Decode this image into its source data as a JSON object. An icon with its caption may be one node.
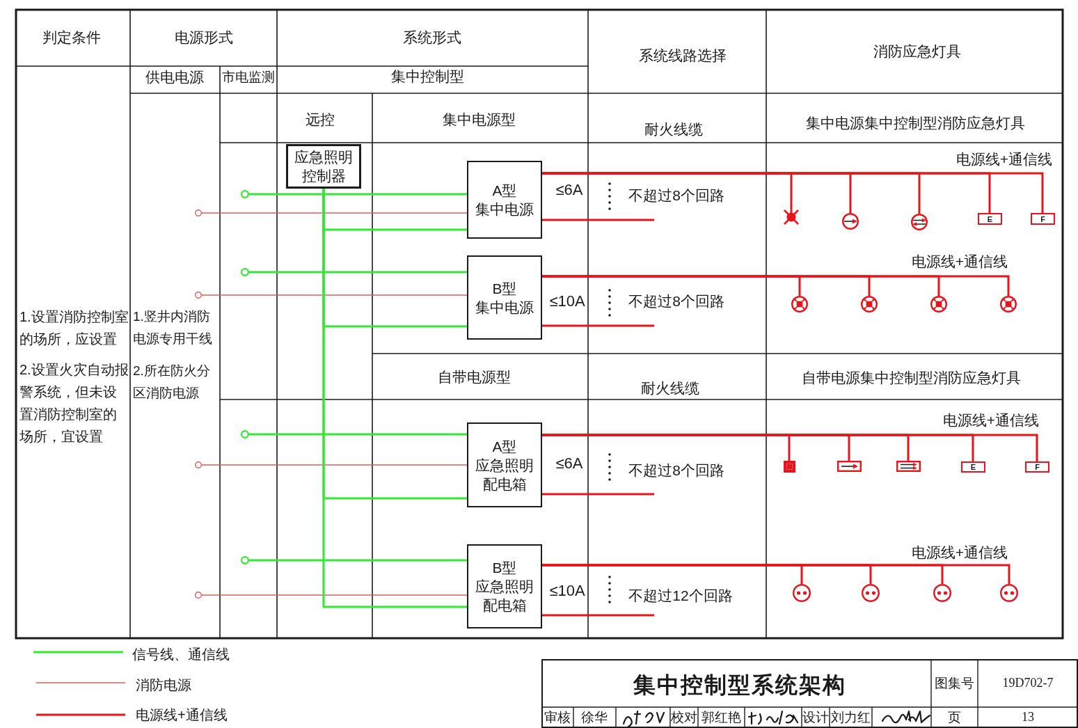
{
  "diagram": {
    "title": "集中控制型系统架构",
    "nodes": [
      {
        "text": [
          "应急照明控制器"
        ]
      },
      {
        "text": [],
        "shape": "circle"
      },
      {
        "text": [],
        "shape": "circle"
      },
      {
        "text": [
          "A型",
          "集中电源"
        ]
      },
      {
        "text": [],
        "shape": "picture"
      },
      {
        "text": [],
        "shape": "circle"
      },
      {
        "text": [],
        "shape": "circle"
      },
      {
        "text": [
          "E"
        ]
      },
      {
        "text": [
          "F"
        ]
      },
      {
        "text": [],
        "shape": "circle"
      },
      {
        "text": [],
        "shape": "circle"
      },
      {
        "text": [
          "B型",
          "集中电源"
        ]
      },
      {
        "text": [],
        "shape": "circle"
      },
      {
        "text": [],
        "shape": "circle"
      },
      {
        "text": [],
        "shape": "circle"
      },
      {
        "text": [],
        "shape": "circle"
      },
      {
        "text": [],
        "shape": "circle"
      },
      {
        "text": [],
        "shape": "circle"
      },
      {
        "text": [
          "A型",
          "应急照明配电箱"
        ]
      },
      {
        "text": [],
        "shape": "box"
      },
      {
        "text": [],
        "shape": "box"
      },
      {
        "text": [],
        "shape": "box"
      },
      {
        "text": [
          "E"
        ]
      },
      {
        "text": [
          "F"
        ]
      },
      {
        "text": [],
        "shape": "circle"
      },
      {
        "text": [],
        "shape": "circle"
      },
      {
        "text": [
          "B型",
          "应急照明配电箱"
        ]
      },
      {
        "text": [],
        "shape": "circle"
      },
      {
        "text": [],
        "shape": "circle"
      },
      {
        "text": [],
        "shape": "circle"
      },
      {
        "text": [],
        "shape": "circle"
      }
    ],
    "edges": [
      {
        "from": 1,
        "to": 3,
        "arrow": "none",
        "color": "#33e633"
      },
      {
        "from": 2,
        "to": 3,
        "arrow": "none",
        "color": "#e25b5b"
      },
      {
        "from": 0,
        "to": 3,
        "arrow": "none",
        "color": "#33e633"
      },
      {
        "from": 3,
        "to": 4,
        "arrow": "none"
      },
      {
        "from": 3,
        "to": 5,
        "arrow": "none"
      },
      {
        "from": 3,
        "to": 6,
        "arrow": "none"
      },
      {
        "from": 3,
        "to": 7,
        "arrow": "none"
      },
      {
        "from": 3,
        "to": 8,
        "arrow": "none"
      },
      {
        "from": 3,
        "to": null,
        "arrow": "none"
      },
      {
        "from": 9,
        "to": 11,
        "arrow": "none",
        "color": "#33e633"
      },
      {
        "from": 10,
        "to": 11,
        "arrow": "none",
        "color": "#e25b5b"
      },
      {
        "from": 0,
        "to": 11,
        "arrow": "none",
        "color": "#33e633"
      },
      {
        "from": 11,
        "to": 12,
        "arrow": "none"
      },
      {
        "from": 11,
        "to": 13,
        "arrow": "none"
      },
      {
        "from": 11,
        "to": 14,
        "arrow": "none"
      },
      {
        "from": 11,
        "to": 15,
        "arrow": "none"
      },
      {
        "from": 11,
        "to": null,
        "arrow": "none"
      },
      {
        "from": 16,
        "to": 18,
        "arrow": "none",
        "color": "#33e633"
      },
      {
        "from": 17,
        "to": 18,
        "arrow": "none",
        "color": "#e25b5b"
      },
      {
        "from": 0,
        "to": 18,
        "arrow": "none",
        "color": "#33e633"
      },
      {
        "from": 18,
        "to": 19,
        "arrow": "none"
      },
      {
        "from": 18,
        "to": 20,
        "arrow": "none"
      },
      {
        "from": 18,
        "to": 21,
        "arrow": "none"
      },
      {
        "from": 18,
        "to": 22,
        "arrow": "none"
      },
      {
        "from": 18,
        "to": 23,
        "arrow": "none"
      },
      {
        "from": 18,
        "to": null,
        "arrow": "none"
      },
      {
        "from": 24,
        "to": 26,
        "arrow": "none",
        "color": "#33e633"
      },
      {
        "from": 25,
        "to": 26,
        "arrow": "none",
        "color": "#e25b5b"
      },
      {
        "from": 0,
        "to": 26,
        "arrow": "none",
        "color": "#33e633"
      },
      {
        "from": 26,
        "to": 27,
        "arrow": "none"
      },
      {
        "from": 26,
        "to": 28,
        "arrow": "none"
      },
      {
        "from": 26,
        "to": 29,
        "arrow": "none"
      },
      {
        "from": 26,
        "to": 30,
        "arrow": "none"
      },
      {
        "from": 26,
        "to": null,
        "arrow": "none"
      }
    ],
    "labels": [
      "判定条件",
      "电源形式",
      "系统形式",
      "系统线路选择",
      "消防应急灯具",
      "供电电源",
      "市电监测",
      "集中控制型",
      "远控",
      "集中电源型",
      "耐火线缆",
      "集中电源集中控制型消防应急灯具",
      "1.设置消防控制室的场所，应设置",
      "2.设置火灾自动报警系统，但未设置消防控制室的场所，宜设置",
      "1.竖井内消防电源专用干线",
      "2.所在防火分区消防电源",
      "电源线+通信线",
      "≤6A",
      "不超过8个回路",
      "电源线+通信线",
      "≤10A",
      "不超过8个回路",
      "自带电源型",
      "耐火线缆",
      "自带电源集中控制型消防应急灯具",
      "电源线+通信线",
      "≤6A",
      "不超过8个回路",
      "电源线+通信线",
      "≤10A",
      "不超过12个回路",
      "图集号",
      "19D702-7",
      "审核",
      "徐华",
      "校对",
      "郭红艳",
      "设计",
      "刘力红",
      "页",
      "13"
    ],
    "legend": [
      {
        "text": "信号线、通信线"
      },
      {
        "text": "消防电源"
      },
      {
        "text": "电源线+通信线"
      }
    ]
  }
}
